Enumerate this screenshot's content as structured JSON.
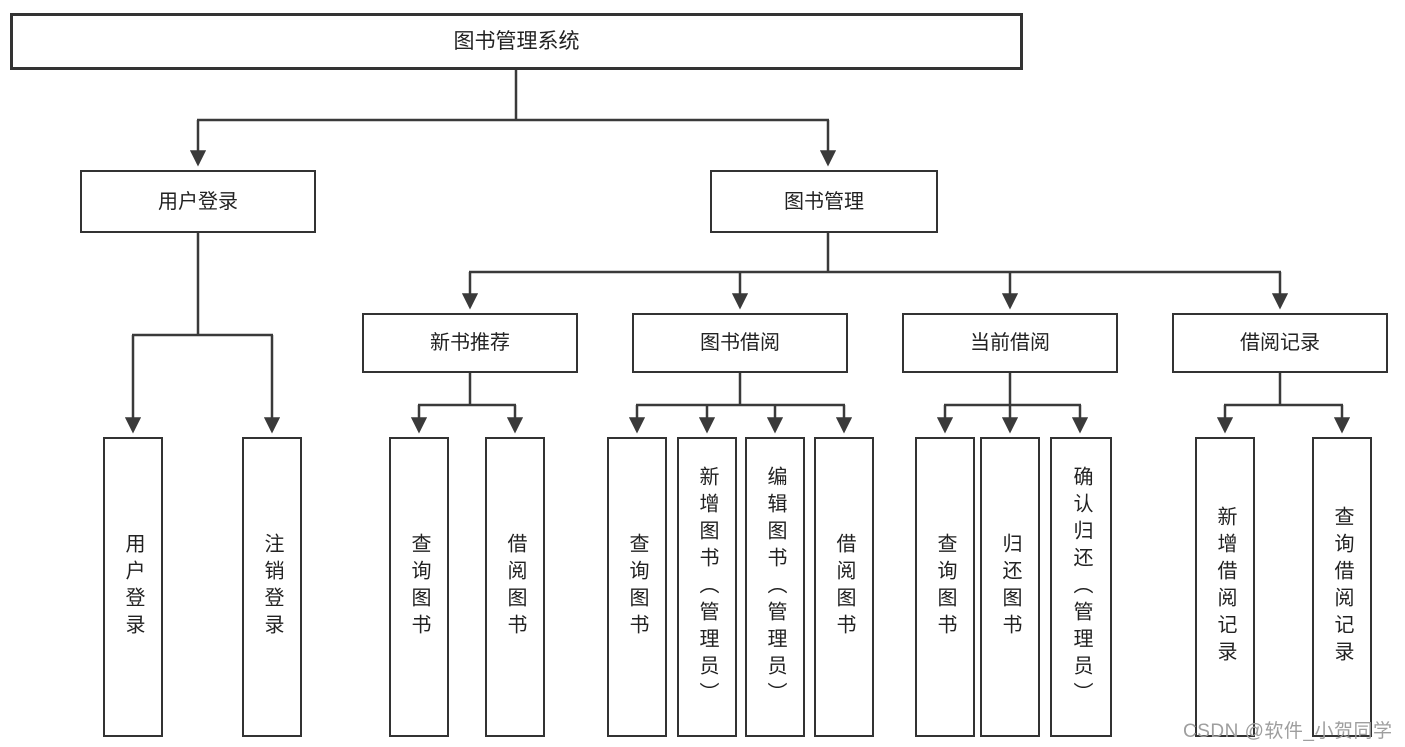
{
  "diagram_title": "图书管理系统",
  "watermark": "CSDN @软件_小贺同学",
  "colors": {
    "line": "#3a3a3a",
    "box_border": "#333333",
    "box_fill": "#ffffff",
    "text": "#222222",
    "watermark": "#9e9e9e",
    "background": "#ffffff"
  },
  "tree": {
    "label": "图书管理系统",
    "children": [
      {
        "label": "用户登录",
        "children": [
          {
            "label": "用户登录"
          },
          {
            "label": "注销登录"
          }
        ]
      },
      {
        "label": "图书管理",
        "children": [
          {
            "label": "新书推荐",
            "children": [
              {
                "label": "查询图书"
              },
              {
                "label": "借阅图书"
              }
            ]
          },
          {
            "label": "图书借阅",
            "children": [
              {
                "label": "查询图书"
              },
              {
                "label": "新增图书（管理员）"
              },
              {
                "label": "编辑图书（管理员）"
              },
              {
                "label": "借阅图书"
              }
            ]
          },
          {
            "label": "当前借阅",
            "children": [
              {
                "label": "查询图书"
              },
              {
                "label": "归还图书"
              },
              {
                "label": "确认归还（管理员）"
              }
            ]
          },
          {
            "label": "借阅记录",
            "children": [
              {
                "label": "新增借阅记录"
              },
              {
                "label": "查询借阅记录"
              }
            ]
          }
        ]
      }
    ]
  }
}
